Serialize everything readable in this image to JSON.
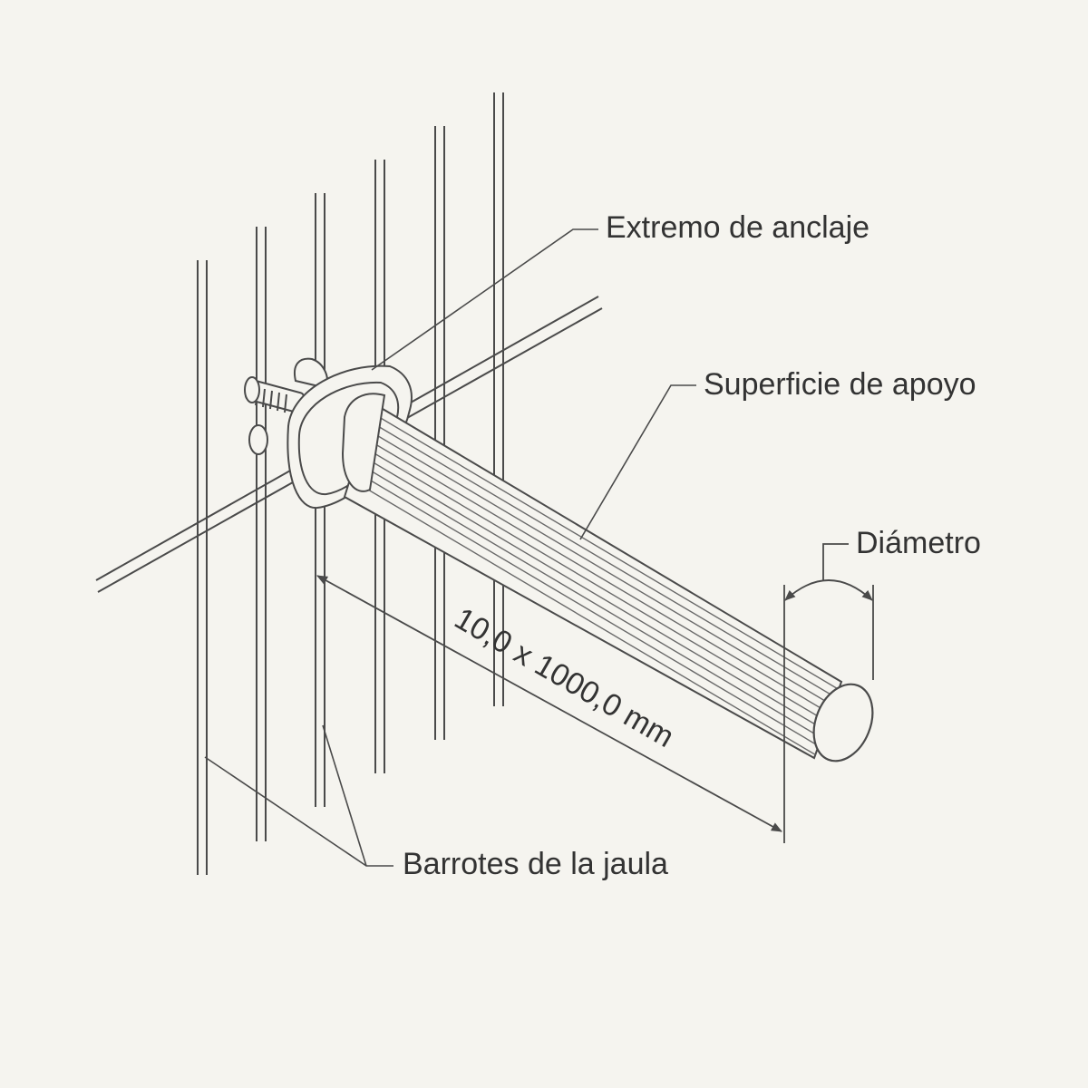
{
  "labels": {
    "anchor_end": "Extremo de anclaje",
    "bearing_surface": "Superficie de apoyo",
    "diameter": "Diámetro",
    "cage_bars": "Barrotes de la jaula",
    "dimension": "10,0 x 1000,0 mm"
  },
  "colors": {
    "background": "#f5f4ef",
    "line": "#4a4a4a",
    "text": "#333333"
  }
}
